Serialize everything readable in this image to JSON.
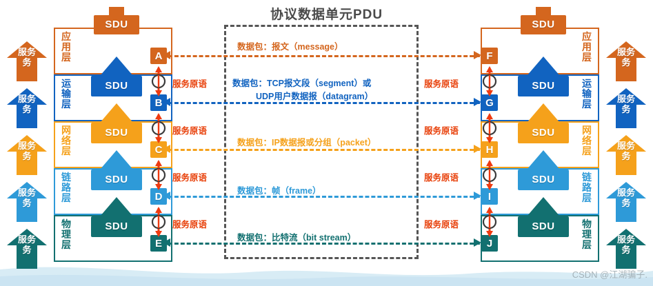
{
  "title": "协议数据单元PDU",
  "watermark": "CSDN @江湖骗子.",
  "colors": {
    "application": "#d4661e",
    "transport": "#1163c0",
    "network": "#f5a11b",
    "link": "#2e9ad8",
    "physical": "#127070",
    "primitive_text": "#e8400a",
    "frame_dash": "#555555",
    "title_text": "#4a4a4a"
  },
  "service_arrow_label": "服务",
  "sdu_label": "SDU",
  "layers": [
    {
      "name": "应用层",
      "chars": [
        "应",
        "用",
        "层"
      ],
      "color": "#d4661e"
    },
    {
      "name": "运输层",
      "chars": [
        "运",
        "输",
        "层"
      ],
      "color": "#1163c0"
    },
    {
      "name": "网络层",
      "chars": [
        "网",
        "络",
        "层"
      ],
      "color": "#f5a11b"
    },
    {
      "name": "链路层",
      "chars": [
        "链",
        "路",
        "层"
      ],
      "color": "#2e9ad8"
    },
    {
      "name": "物理层",
      "chars": [
        "物",
        "理",
        "层"
      ],
      "color": "#127070"
    }
  ],
  "left_letters": [
    "A",
    "B",
    "C",
    "D",
    "E"
  ],
  "right_letters": [
    "F",
    "G",
    "H",
    "I",
    "J"
  ],
  "primitives": {
    "label": "服务原语",
    "left": [
      "服务原语",
      "服务原语",
      "服务原语",
      "服务原语"
    ],
    "right": [
      "服务原语",
      "服务原语",
      "服务原语",
      "服务原语"
    ]
  },
  "pdu_rows": [
    {
      "line1": "数据包：报文（message）",
      "line2": "",
      "color": "#d4661e"
    },
    {
      "line1": "数据包：TCP报文段（segment）或",
      "line2": "UDP用户数据报（datagram）",
      "color": "#1163c0"
    },
    {
      "line1": "数据包：IP数据报或分组（packet）",
      "line2": "",
      "color": "#f5a11b"
    },
    {
      "line1": "数据包：帧（frame）",
      "line2": "",
      "color": "#2e9ad8"
    },
    {
      "line1": "数据包：比特流（bit stream）",
      "line2": "",
      "color": "#127070"
    }
  ]
}
